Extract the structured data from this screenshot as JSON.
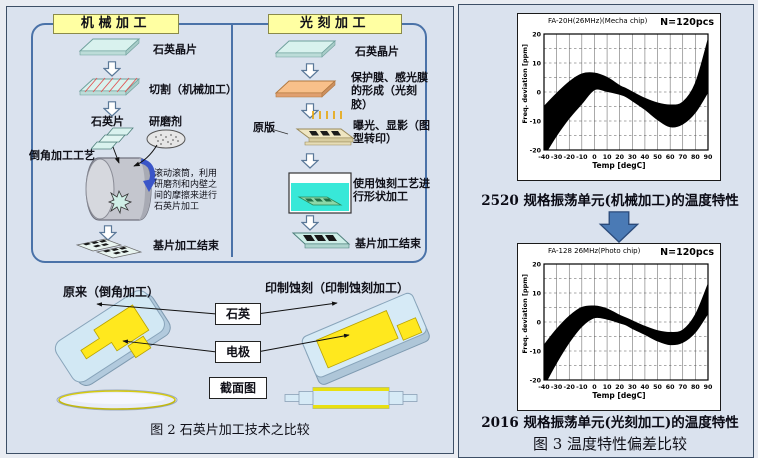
{
  "colors": {
    "panel_bg": "#dae2ee",
    "panel_border": "#3d4f66",
    "box_border": "#4a72a8",
    "header_bg": "#ffffa2",
    "electrode_yellow": "#ffe818",
    "arrow_blue": "#4a7ab5",
    "liquid_cyan": "#38e8d8",
    "chip_blue": "#d2e8f4"
  },
  "left": {
    "mech": {
      "header": "机械加工",
      "steps": {
        "wafer": "石英晶片",
        "cut": "切割（机械加工）",
        "chip": "石英片",
        "abrasive": "研磨剂",
        "chamfer": "倒角加工工艺",
        "barrel_note": "滚动滚筒，利用研磨剂和内壁之间的摩擦来进行石英片加工",
        "done": "基片加工结束"
      }
    },
    "photo": {
      "header": "光刻加工",
      "steps": {
        "wafer": "石英晶片",
        "coat": "保护膜、感光膜的形成（光刻胶）",
        "mask": "原版",
        "expose": "曝光、显影（图型转印）",
        "etch": "使用蚀刻工艺进行形状加工",
        "done": "基片加工结束"
      }
    },
    "compare": {
      "left_title": "原来（倒角加工）",
      "right_title": "印制蚀刻（印制蚀刻加工）",
      "label_quartz": "石英",
      "label_electrode": "电极",
      "label_section": "截面图",
      "caption": "图 2  石英片加工技术之比较"
    }
  },
  "right": {
    "fig_caption": "图 3  温度特性偏差比较"
  },
  "chart_data": [
    {
      "type": "line",
      "title": "FA-20H(26MHz)(Mecha chip)",
      "n_label": "N=120pcs",
      "xlabel": "Temp [degC]",
      "ylabel": "Freq. deviation [ppm]",
      "caption": "2520 规格振荡单元(机械加工)的温度特性",
      "xlim": [
        -40,
        90
      ],
      "ylim": [
        -20,
        20
      ],
      "x_ticks": [
        -40,
        -30,
        -20,
        -10,
        0,
        10,
        20,
        30,
        40,
        50,
        60,
        70,
        80,
        90
      ],
      "y_ticks": [
        20,
        10,
        0,
        -10,
        -20
      ],
      "grid": true,
      "legend": "none",
      "series_desc": "band of 120 overlaid AT-cut frequency-temperature curves",
      "x": [
        -40,
        -30,
        -20,
        -10,
        0,
        10,
        20,
        25,
        30,
        40,
        50,
        60,
        70,
        80,
        90
      ],
      "band_upper": [
        -5,
        -0.5,
        3.5,
        6.2,
        6.5,
        5,
        2.2,
        1.2,
        0,
        -2.2,
        -3.8,
        -4.5,
        -3.5,
        3,
        18
      ],
      "band_lower": [
        -22,
        -15,
        -9,
        -4,
        0.8,
        0.2,
        -0.8,
        -1.6,
        -3,
        -6,
        -9.5,
        -12,
        -11,
        -7,
        0
      ]
    },
    {
      "type": "line",
      "title": "FA-128 26MHz(Photo chip)",
      "n_label": "N=120pcs",
      "xlabel": "Temp [degC]",
      "ylabel": "Freq. deviation [ppm]",
      "caption": "2016 规格振荡单元(光刻加工)的温度特性",
      "xlim": [
        -40,
        90
      ],
      "ylim": [
        -20,
        20
      ],
      "x_ticks": [
        -40,
        -30,
        -20,
        -10,
        0,
        10,
        20,
        30,
        40,
        50,
        60,
        70,
        80,
        90
      ],
      "y_ticks": [
        20,
        10,
        0,
        -10,
        -20
      ],
      "grid": true,
      "legend": "none",
      "series_desc": "band of 120 overlaid AT-cut frequency-temperature curves",
      "x": [
        -40,
        -30,
        -20,
        -10,
        0,
        10,
        20,
        25,
        30,
        40,
        50,
        60,
        70,
        80,
        90
      ],
      "band_upper": [
        -8,
        -2.5,
        2,
        5,
        5.5,
        4.5,
        2.3,
        1.4,
        0.4,
        -1.5,
        -3,
        -3.6,
        -2.8,
        2.5,
        13
      ],
      "band_lower": [
        -22,
        -14,
        -7,
        -1.5,
        1.5,
        1,
        -0.3,
        -1,
        -2.2,
        -4.3,
        -6.5,
        -7.8,
        -7,
        -3.5,
        3
      ]
    }
  ]
}
